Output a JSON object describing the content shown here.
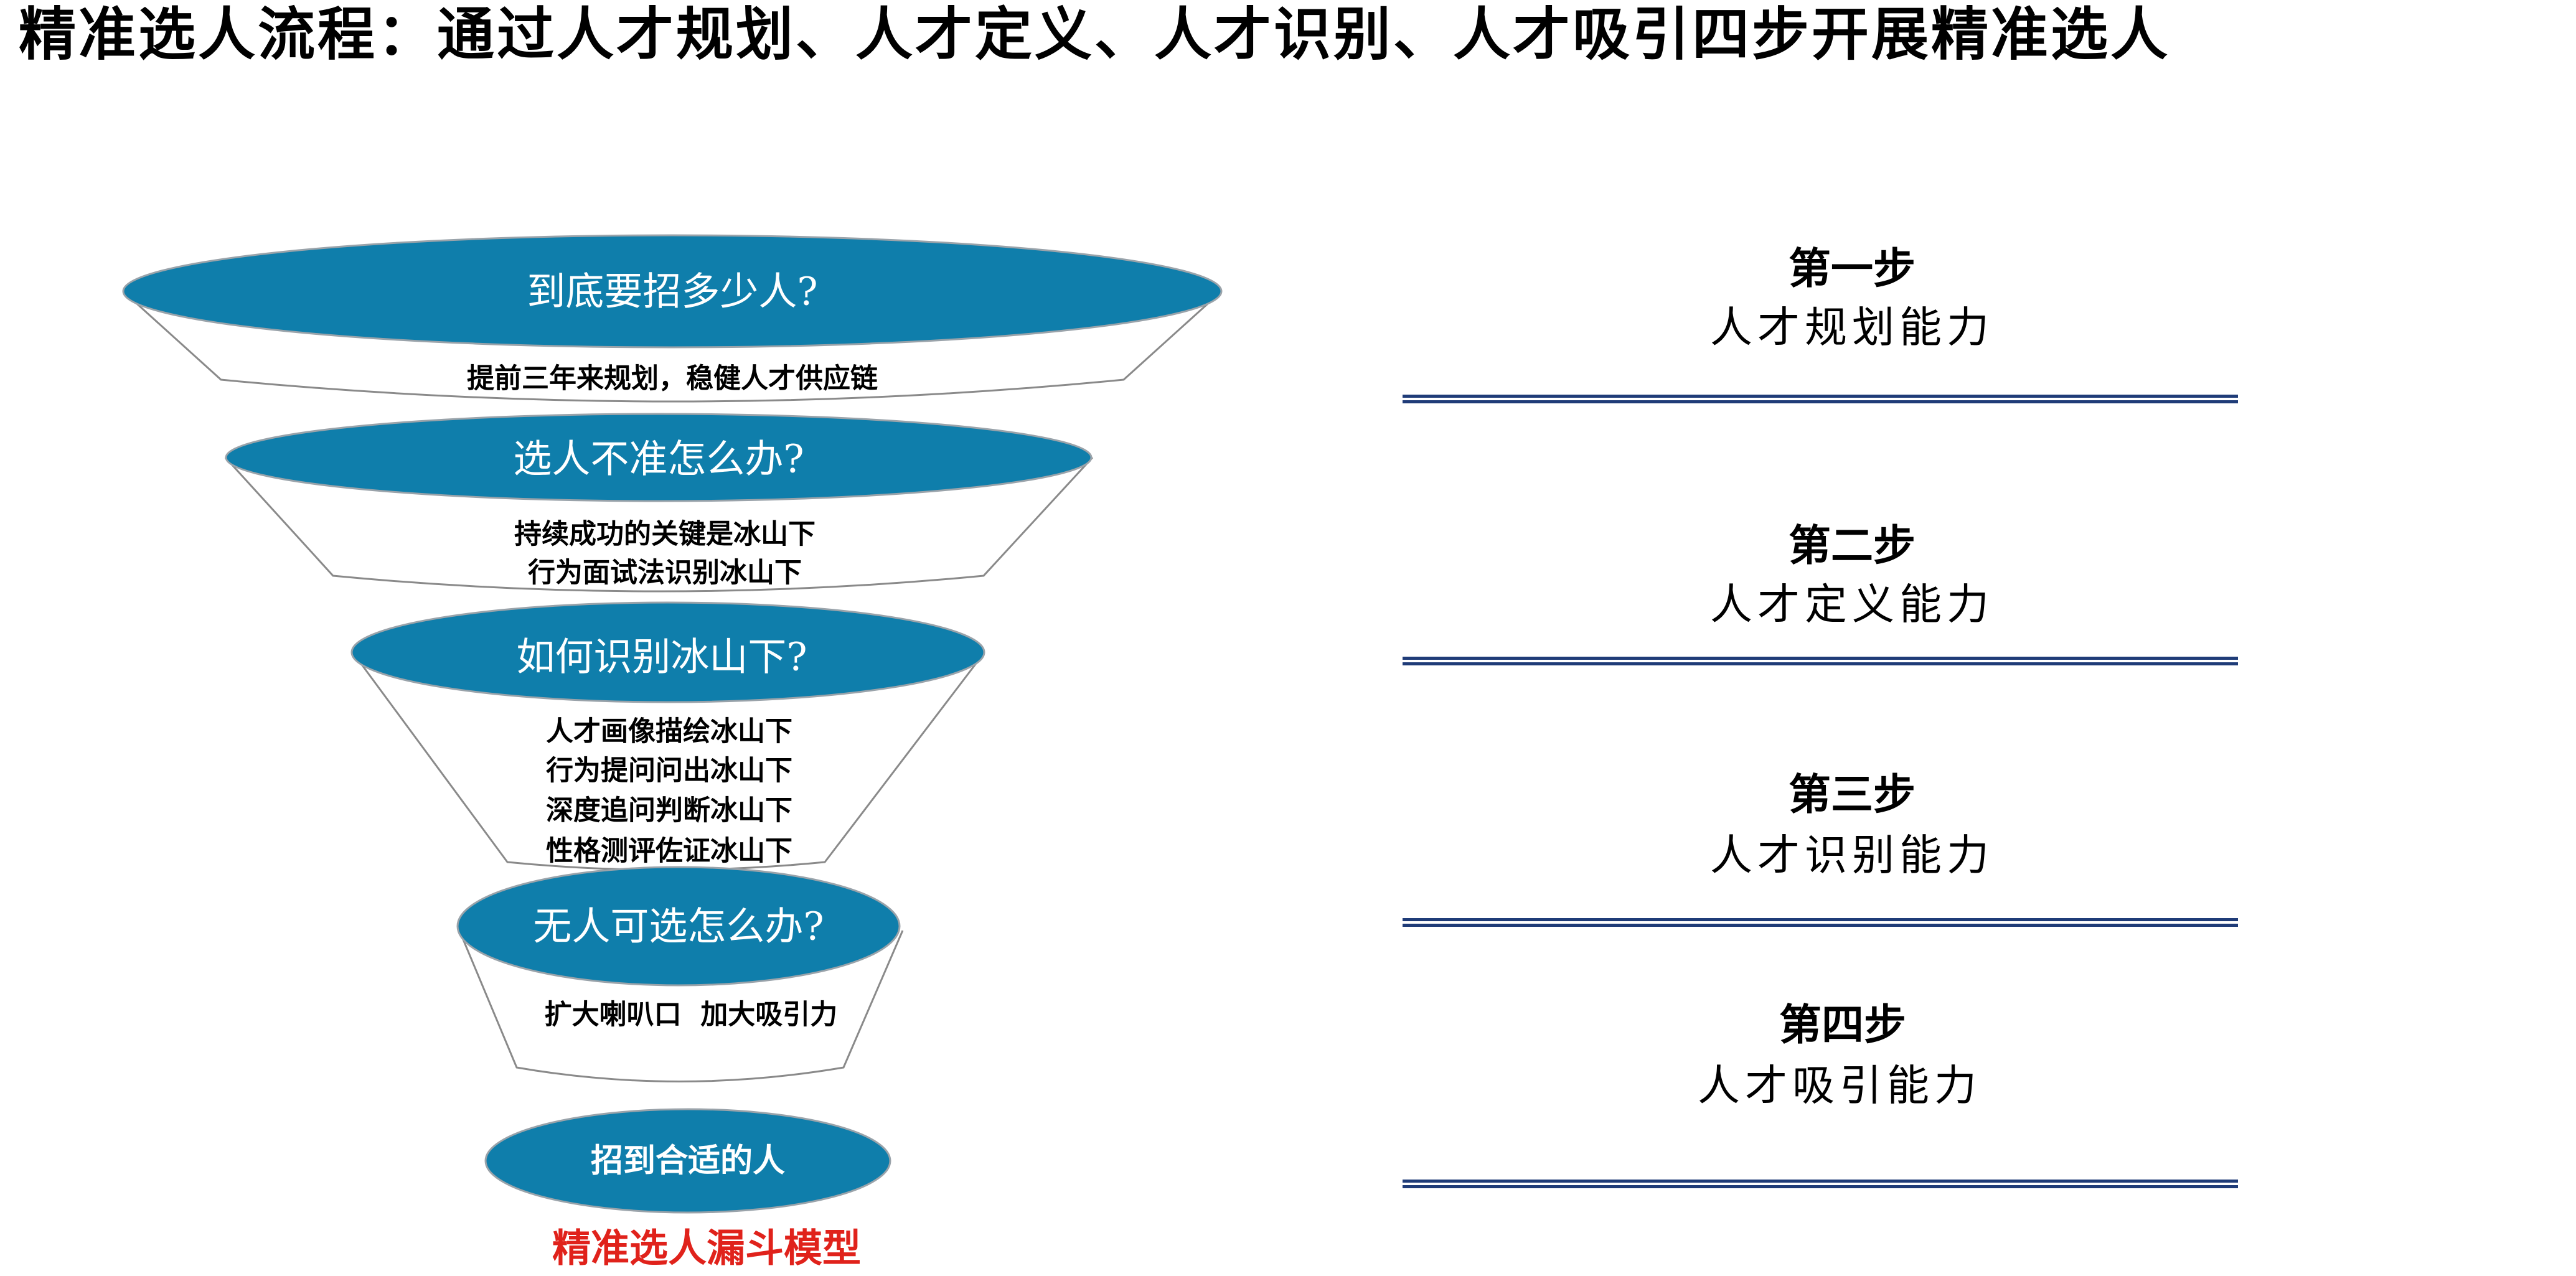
{
  "title": "精准选人流程：通过人才规划、人才定义、人才识别、人才吸引四步开展精准选人",
  "funnel": {
    "stages": [
      {
        "question": "到底要招多少人?",
        "details": [
          "提前三年来规划，稳健人才供应链"
        ]
      },
      {
        "question": "选人不准怎么办?",
        "details": [
          "持续成功的关键是冰山下",
          "行为面试法识别冰山下"
        ]
      },
      {
        "question": "如何识别冰山下?",
        "details": [
          "人才画像描绘冰山下",
          "行为提问问出冰山下",
          "深度追问判断冰山下",
          "性格测评佐证冰山下"
        ]
      },
      {
        "question": "无人可选怎么办?",
        "details": [
          "扩大喇叭口  加大吸引力"
        ]
      }
    ],
    "result": "招到合适的人",
    "caption": "精准选人漏斗模型"
  },
  "steps": [
    {
      "step": "第一步",
      "ability": "人才规划能力"
    },
    {
      "step": "第二步",
      "ability": "人才定义能力"
    },
    {
      "step": "第三步",
      "ability": "人才识别能力"
    },
    {
      "step": "第四步",
      "ability": "人才吸引能力"
    }
  ],
  "colors": {
    "ellipse_fill": "#0F7EAB",
    "divider": "#1F3C78",
    "caption": "#E0221B",
    "text": "#000000"
  }
}
